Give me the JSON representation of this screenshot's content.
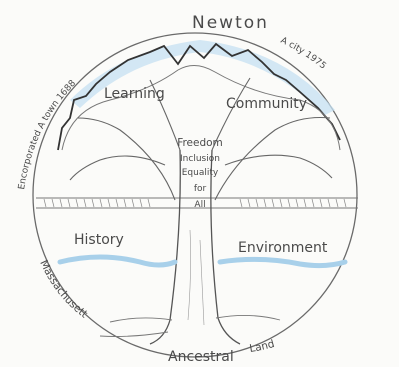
{
  "top_arc": {
    "left": "Encorporated A town 1688",
    "center": "Newton",
    "right": "A city 1975"
  },
  "bottom_arc": {
    "left": "Massachusett",
    "center": "Ancestral",
    "right": "Land"
  },
  "labels": {
    "learning": "Learning",
    "community": "Community",
    "history": "History",
    "environment": "Environment"
  },
  "trunk_text": [
    "Freedom",
    "Inclusion",
    "Equality",
    "for",
    "All"
  ],
  "colors": {
    "pencil": "#4a4a4a",
    "water": "#a8d0ea",
    "sky": "#c5e0f2",
    "paper": "#fbfbf9"
  }
}
